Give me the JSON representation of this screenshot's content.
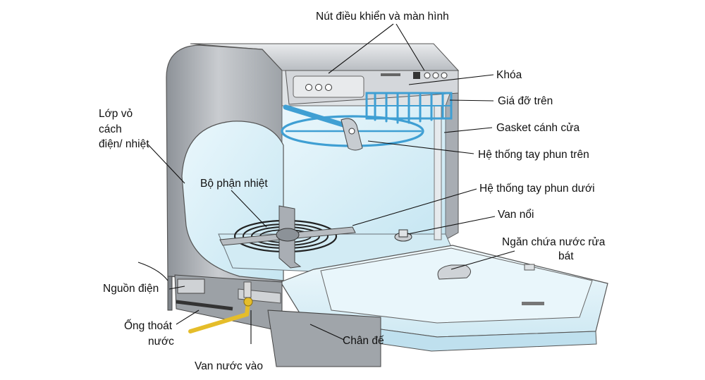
{
  "labels": {
    "controls": "Nút điều khiển và màn hình",
    "lock": "Khóa",
    "upper_rack": "Giá đỡ trên",
    "door_gasket": "Gasket cánh cửa",
    "upper_spray_arm": "Hệ thống tay phun trên",
    "lower_spray_arm": "Hệ thống tay phun dưới",
    "float_valve": "Van nổi",
    "detergent_1": "Ngăn chứa nước rửa",
    "detergent_2": "bát",
    "insulation_1": "Lớp vỏ",
    "insulation_2": "cách",
    "insulation_3": "điện/ nhiệt",
    "heating_element": "Bộ phận nhiệt",
    "power": "Nguồn điện",
    "drain_1": "Ống thoát",
    "drain_2": "nước",
    "inlet_valve": "Van nước vào",
    "base": "Chân đế"
  },
  "colors": {
    "steel": "#b4b8bd",
    "steel_dark": "#7e8389",
    "interior": "#d7eef7",
    "interior_light": "#eef8fc",
    "spray_blue": "#3f9fd3",
    "pipe_yellow": "#e5bd2a"
  }
}
